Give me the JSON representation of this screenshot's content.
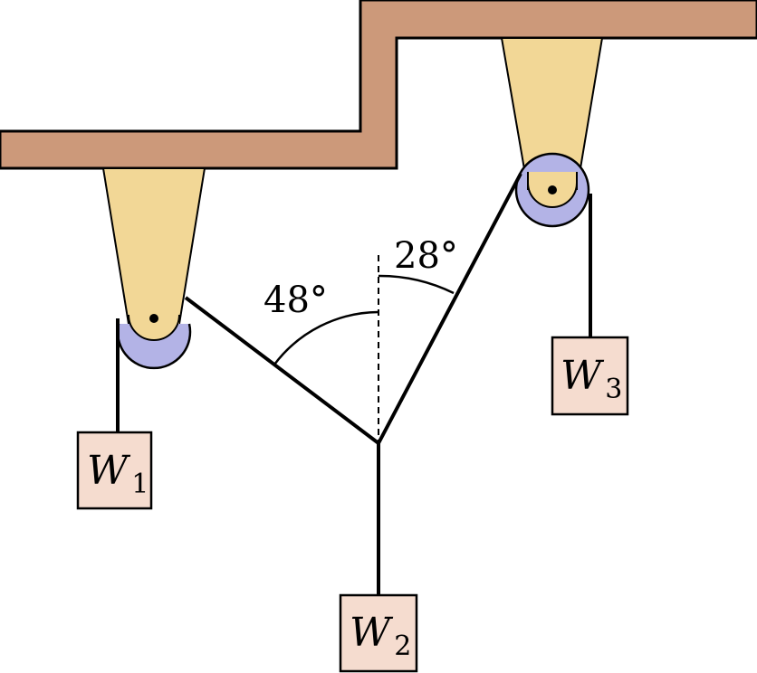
{
  "figure": {
    "angles": {
      "left": {
        "value": "48°"
      },
      "right": {
        "value": "28°"
      }
    },
    "weights": [
      {
        "letter": "W",
        "index": "1"
      },
      {
        "letter": "W",
        "index": "2"
      },
      {
        "letter": "W",
        "index": "3"
      }
    ]
  },
  "colors": {
    "ceiling": "#cc997a",
    "bracket": "#f2d796",
    "pulley": "#b3b3e6",
    "weight_box": "#f5dccf",
    "rope": "#000000"
  }
}
